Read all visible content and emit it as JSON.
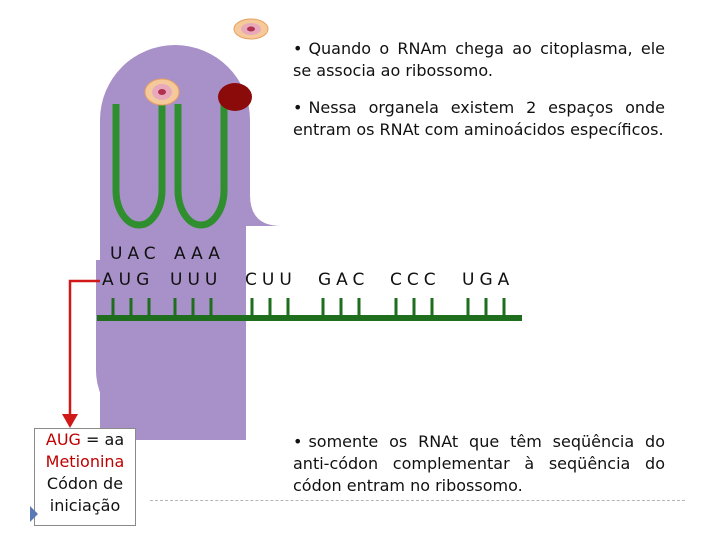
{
  "bullets": [
    {
      "dot": "•",
      "text": "Quando o RNAm chega ao citoplasma, ele se associa ao ribossomo."
    },
    {
      "dot": "•",
      "text": "Nessa organela existem 2 espaços onde entram os RNAt com aminoácidos específicos."
    },
    {
      "dot": "•",
      "text": "somente os RNAt que têm seqüência do anti-códon complementar à seqüência do códon entram no ribossomo."
    }
  ],
  "anticodons": [
    "UAC",
    "AAA"
  ],
  "codons": [
    "AUG",
    "UUU",
    "CUU",
    "GAC",
    "CCC",
    "UGA"
  ],
  "label": {
    "codon": "AUG",
    "equals": " = aa",
    "amino_acid": "Metionina",
    "line3": "Códon de",
    "line4": "iniciação"
  },
  "colors": {
    "ribosome": "#a890c8",
    "mrna": "#1e6e1e",
    "trna": "#2f8f2f",
    "arrow": "#d01818",
    "amino_acid_dark": "#8b0a0a",
    "amino_acid_light": "#f5c99a"
  }
}
